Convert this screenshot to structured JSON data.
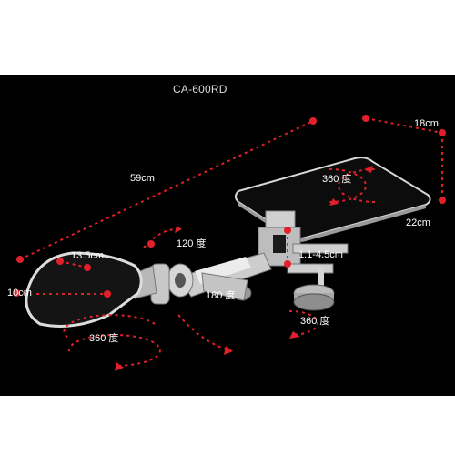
{
  "model": "CA-600RD",
  "dimensions": {
    "total_length": "59cm",
    "pad_width": "18cm",
    "pad_depth": "22cm",
    "rest_length": "13.5cm",
    "rest_width": "10cm",
    "clamp_range": "1.1-4.5cm"
  },
  "rotations": {
    "pad": "360 度",
    "rest": "360 度",
    "clamp": "360 度",
    "elbow_tilt": "120 度",
    "joint_swing": "180 度"
  },
  "colors": {
    "background": "#000000",
    "accent": "#e0202a",
    "product_body": "#cfcfcf",
    "pad_surface": "#0c0c0c"
  }
}
